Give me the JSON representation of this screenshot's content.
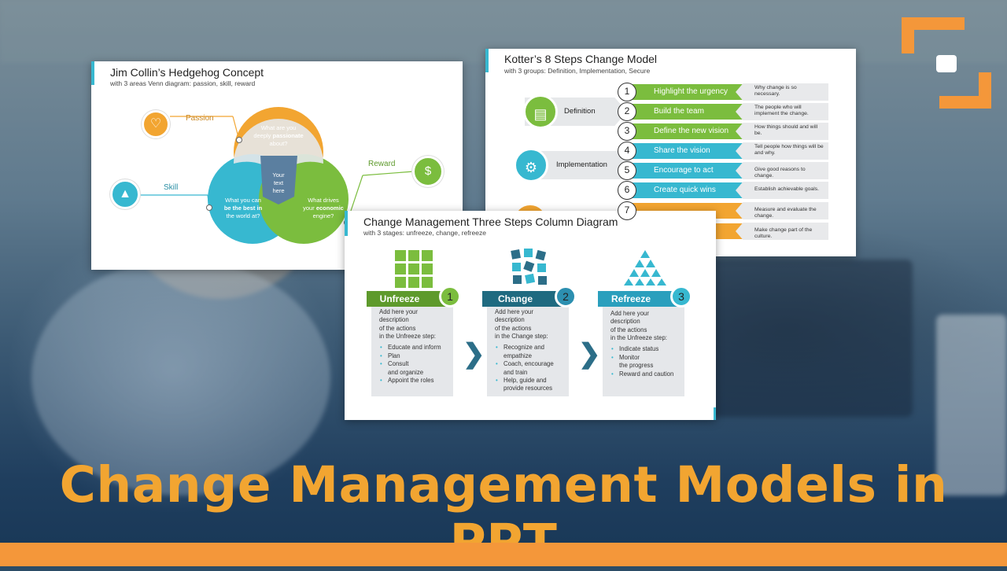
{
  "headline": "Change Management Models in PPT",
  "colors": {
    "orange": "#f4973a",
    "gold": "#f2a531",
    "green": "#7bbd3e",
    "teal": "#37b8d0",
    "navy": "#1f3e5e"
  },
  "brand_logo": {
    "icon": "bracket-logo-icon"
  },
  "hedgehog": {
    "title": "Jim Collin’s Hedgehog Concept",
    "subtitle": "with 3 areas Venn diagram: passion, skill, reward",
    "labels": {
      "passion": "Passion",
      "skill": "Skill",
      "reward": "Reward"
    },
    "circles": {
      "top": [
        "What are you",
        "deeply ",
        "passionate",
        "about?"
      ],
      "left": [
        "What you can",
        "be the best in",
        "the world at?"
      ],
      "right": [
        "What drives",
        "your ",
        "economic",
        "engine?"
      ],
      "center": [
        "Your",
        "text",
        "here"
      ]
    },
    "icons": {
      "passion": "heart-icon",
      "skill": "mountain-icon",
      "reward": "money-bag-icon"
    }
  },
  "kotter": {
    "title": "Kotter’s 8 Steps Change Model",
    "subtitle": "with 3 groups:  Definition, Implementation, Secure",
    "groups": [
      {
        "label": "Definition",
        "icon": "document-icon"
      },
      {
        "label": "Implementation",
        "icon": "gears-icon"
      }
    ],
    "steps": [
      {
        "num": "1",
        "label": "Highlight the urgency",
        "desc": [
          "Why change is so",
          "necessary."
        ]
      },
      {
        "num": "2",
        "label": "Build the team",
        "desc": [
          "The people who will",
          "implement the change."
        ]
      },
      {
        "num": "3",
        "label": "Define the new vision",
        "desc": [
          "How things should and will",
          "be."
        ]
      },
      {
        "num": "4",
        "label": "Share the vision",
        "desc": [
          "Tell people how things will be",
          "and why."
        ]
      },
      {
        "num": "5",
        "label": "Encourage to act",
        "desc": [
          "Give good reasons to change."
        ]
      },
      {
        "num": "6",
        "label": "Create quick wins",
        "desc": [
          "Establish achievable goals."
        ]
      },
      {
        "num": "7",
        "label": "",
        "desc": [
          "Measure and evaluate the change."
        ]
      },
      {
        "num": "",
        "label": "",
        "desc": [
          "Make change part of the culture."
        ]
      }
    ]
  },
  "threesteps": {
    "title": "Change Management Three Steps Column Diagram",
    "subtitle": "with 3 stages: unfreeze, change, refreeze",
    "stages": [
      {
        "name": "Unfreeze",
        "num": "1",
        "intro": [
          "Add here your",
          "description",
          "of the actions",
          "in the Unfreeze step:"
        ],
        "bullets": [
          "Educate and inform",
          "Plan",
          "Consult",
          "and organize",
          "Appoint the roles"
        ],
        "icon": "grid-squares-icon"
      },
      {
        "name": "Change",
        "num": "2",
        "intro": [
          "Add here your",
          "description",
          "of the actions",
          "in the Change step:"
        ],
        "bullets": [
          "Recognize and",
          "empathize",
          "Coach, encourage",
          "and train",
          "Help, guide and",
          "provide resources"
        ],
        "icon": "scattered-squares-icon"
      },
      {
        "name": "Refreeze",
        "num": "3",
        "intro": [
          "Add here your",
          "description",
          "of the actions",
          "in the Unfreeze step:"
        ],
        "bullets": [
          "Indicate status",
          "Monitor",
          "the  progress",
          "Reward and caution"
        ],
        "icon": "triangle-pyramid-icon"
      }
    ],
    "arrow": "❯"
  }
}
